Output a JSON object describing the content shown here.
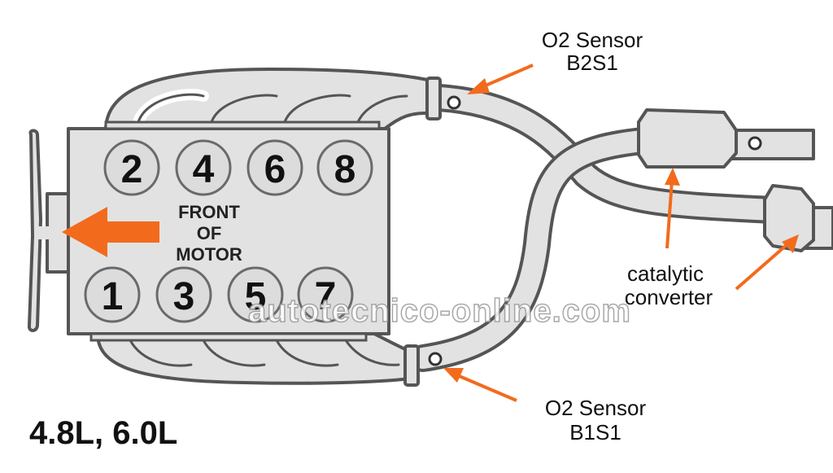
{
  "cylinders": {
    "top_row": [
      "2",
      "4",
      "6",
      "8"
    ],
    "bottom_row": [
      "1",
      "3",
      "5",
      "7"
    ]
  },
  "front_label": [
    "FRONT",
    "OF",
    "MOTOR"
  ],
  "sensors": {
    "b2s1": {
      "line1": "O2 Sensor",
      "line2": "B2S1"
    },
    "b1s1": {
      "line1": "O2 Sensor",
      "line2": "B1S1"
    }
  },
  "catalytic_label": [
    "catalytic",
    "converter"
  ],
  "engine_sizes": "4.8L, 6.0L",
  "watermark": "autotecnico-online.com",
  "colors": {
    "pointer": "#f26b1d",
    "part_fill": "#e2e2e2",
    "part_outline": "#555555"
  }
}
